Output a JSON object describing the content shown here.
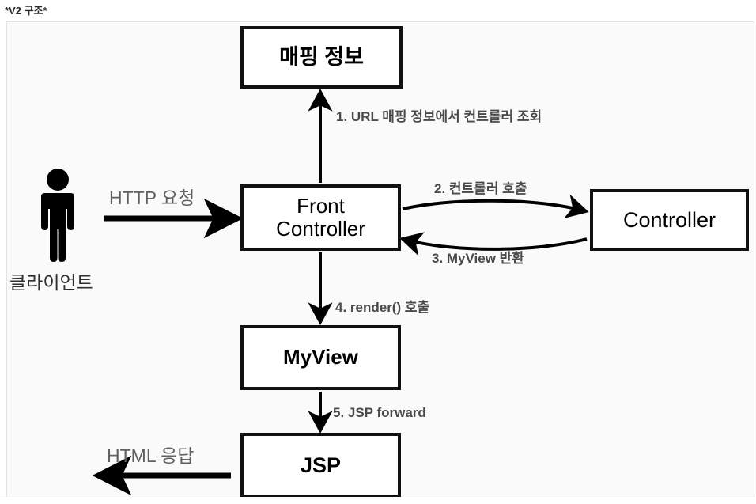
{
  "header": {
    "title": "*V2 구조*"
  },
  "diagram": {
    "type": "flow-diagram",
    "nodes": [
      {
        "id": "mapping",
        "label": "매핑 정보"
      },
      {
        "id": "front-controller",
        "label": "Front\nController",
        "line1": "Front",
        "line2": "Controller"
      },
      {
        "id": "controller",
        "label": "Controller"
      },
      {
        "id": "myview",
        "label": "MyView"
      },
      {
        "id": "jsp",
        "label": "JSP"
      }
    ],
    "steps": [
      {
        "number": "1",
        "label": "1. URL 매핑 정보에서 컨트롤러 조회",
        "from": "front-controller",
        "to": "mapping"
      },
      {
        "number": "2",
        "label": "2. 컨트롤러 호출",
        "from": "front-controller",
        "to": "controller"
      },
      {
        "number": "3",
        "label": "3. MyView 반환",
        "from": "controller",
        "to": "front-controller"
      },
      {
        "number": "4",
        "label": "4. render() 호출",
        "from": "front-controller",
        "to": "myview"
      },
      {
        "number": "5",
        "label": "5. JSP forward",
        "from": "myview",
        "to": "jsp"
      }
    ],
    "actor": {
      "name": "클라이언트",
      "icon": "person-icon"
    },
    "external_flows": [
      {
        "label": "HTTP 요청",
        "direction": "right",
        "from": "클라이언트",
        "to": "Front Controller"
      },
      {
        "label": "HTML 응답",
        "direction": "left",
        "from": "JSP",
        "to": "클라이언트"
      }
    ],
    "colors": {
      "canvas_background": "#fafafa",
      "page_background": "#ffffff",
      "box_border": "#111111",
      "box_fill": "#ffffff",
      "arrow": "#000000",
      "step_label_text": "#4a4a4a",
      "plain_label_text": "#606060",
      "title_text": "#2b2b2b"
    }
  }
}
